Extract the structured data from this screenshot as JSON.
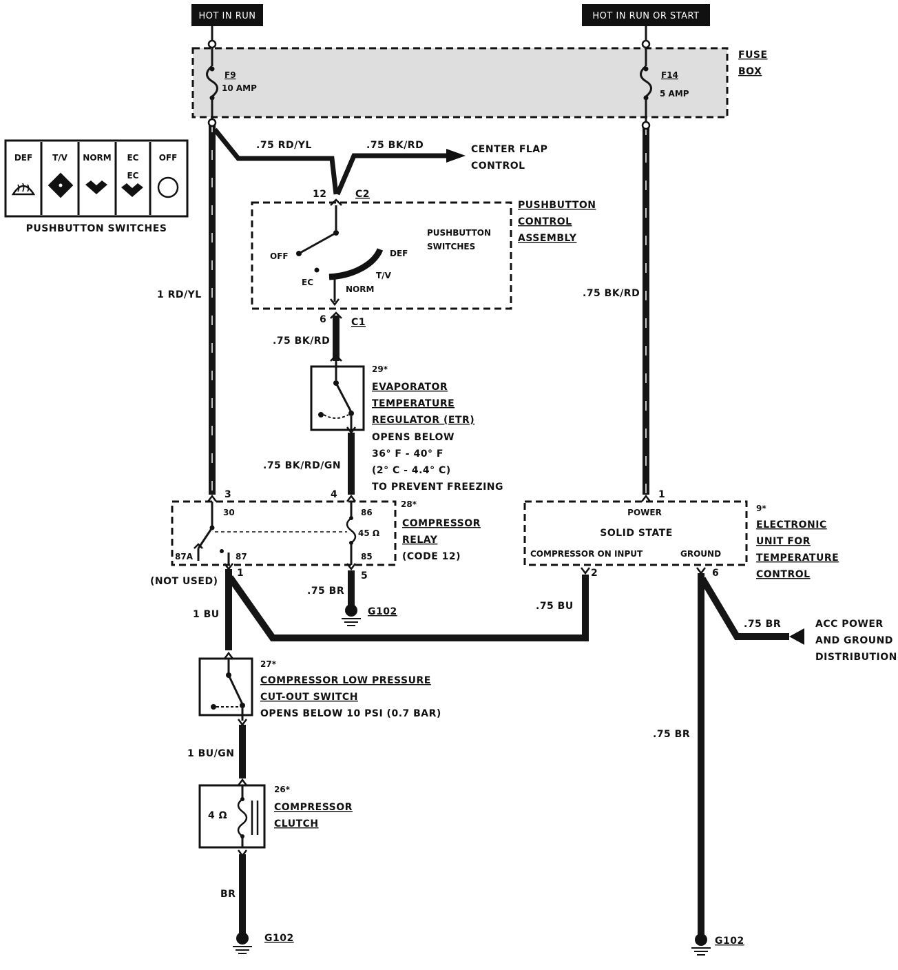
{
  "labels": {
    "hot_run": "HOT IN RUN",
    "hot_run_start": "HOT IN RUN OR START",
    "fuse_box": [
      "FUSE",
      "BOX"
    ],
    "fuse_f9": [
      "F9",
      "10 AMP"
    ],
    "fuse_f14": [
      "F14",
      "5 AMP"
    ],
    "wire_rd_yl_small": ".75 RD/YL",
    "wire_bk_rd_top": ".75 BK/RD",
    "center_flap": [
      "CENTER FLAP",
      "CONTROL"
    ],
    "wire_rd_yl": "1 RD/YL",
    "wire_bk_rd_right": ".75 BK/RD",
    "wire_bk_rd_mid": ".75 BK/RD",
    "wire_bk_rd_gn": ".75 BK/RD/GN",
    "wire_bu": "1 BU",
    "wire_bu_small": ".75 BU",
    "wire_br_mid": ".75 BR",
    "wire_br_acc": ".75 BR",
    "wire_br_right": ".75 BR",
    "wire_bu_gn": "1 BU/GN",
    "wire_br_bottom": "BR",
    "connector_12": "12",
    "connector_c2": "C2",
    "connector_6": "6",
    "connector_c1": "C1",
    "pushbutton_assembly": [
      "PUSHBUTTON",
      "CONTROL",
      "ASSEMBLY"
    ],
    "pushbutton_inner": [
      "PUSHBUTTON",
      "SWITCHES"
    ],
    "sw_off": "OFF",
    "sw_def": "DEF",
    "sw_ec": "EC",
    "sw_tv": "T/V",
    "sw_norm": "NORM",
    "panel_buttons": [
      "DEF",
      "T/V",
      "NORM",
      "EC",
      "OFF"
    ],
    "panel_ec_sub": "EC",
    "panel_title": "PUSHBUTTON SWITCHES",
    "etr_ref": "29*",
    "etr_title": [
      "EVAPORATOR",
      "TEMPERATURE",
      "REGULATOR (ETR)"
    ],
    "etr_desc": [
      "OPENS BELOW",
      "36° F - 40° F",
      "(2° C - 4.4° C)",
      "TO PREVENT FREEZING"
    ],
    "relay_ref": "28*",
    "relay_title": [
      "COMPRESSOR",
      "RELAY"
    ],
    "relay_code": "(CODE 12)",
    "relay_pins": {
      "p3": "3",
      "p4": "4",
      "p1": "1",
      "p5": "5",
      "t30": "30",
      "t86": "86",
      "t87a": "87A",
      "t87": "87",
      "t85": "85",
      "res": "45 Ω"
    },
    "not_used": "(NOT USED)",
    "ground_g102": "G102",
    "eu_ref": "9*",
    "eu_title": [
      "ELECTRONIC",
      "UNIT FOR",
      "TEMPERATURE",
      "CONTROL"
    ],
    "eu_power": "POWER",
    "eu_solid_state": "SOLID STATE",
    "eu_comp_input": "COMPRESSOR ON INPUT",
    "eu_ground": "GROUND",
    "eu_pins": {
      "p1": "1",
      "p2": "2",
      "p6": "6"
    },
    "acc": [
      "ACC POWER",
      "AND GROUND",
      "DISTRIBUTION"
    ],
    "lps_ref": "27*",
    "lps_title": [
      "COMPRESSOR LOW PRESSURE",
      "CUT-OUT SWITCH"
    ],
    "lps_desc": "OPENS BELOW 10 PSI (0.7 BAR)",
    "clutch_ref": "26*",
    "clutch_title": [
      "COMPRESSOR",
      "CLUTCH"
    ],
    "clutch_res": "4 Ω"
  }
}
